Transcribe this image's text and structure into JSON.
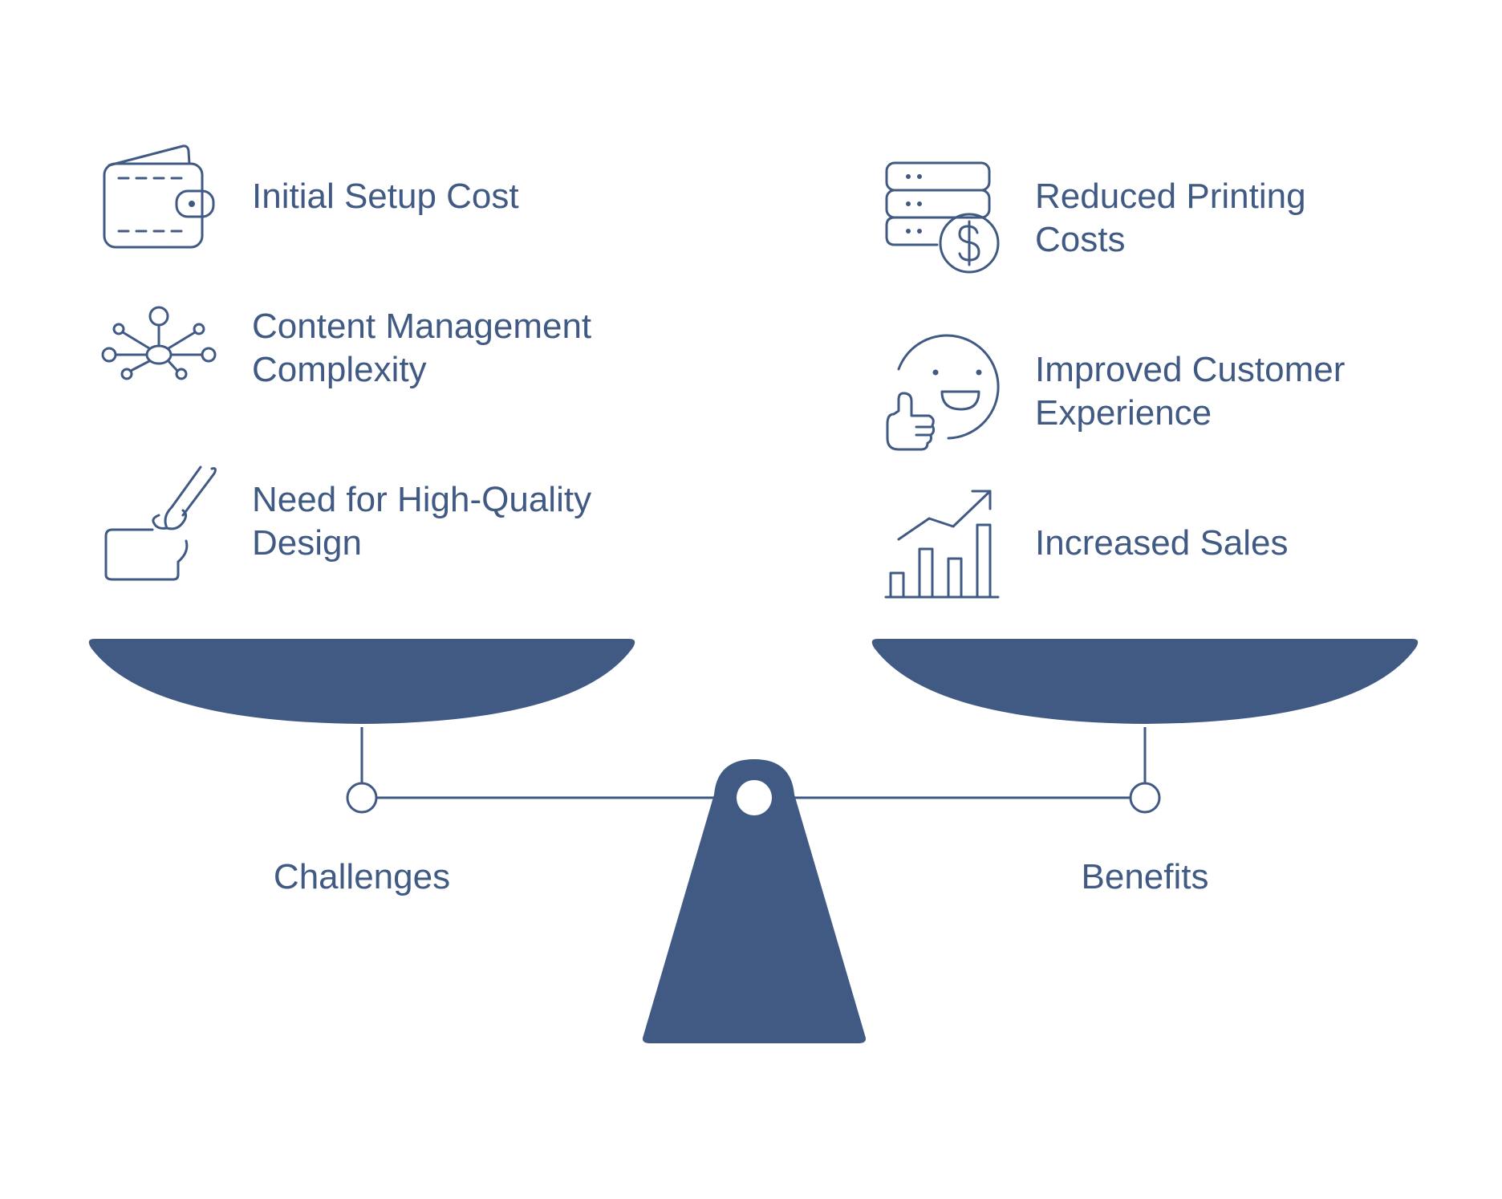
{
  "challenges": {
    "label": "Challenges",
    "items": [
      {
        "lines": [
          "Initial Setup Cost"
        ],
        "icon": "wallet-icon"
      },
      {
        "lines": [
          "Content Management",
          "Complexity"
        ],
        "icon": "network-nodes-icon"
      },
      {
        "lines": [
          "Need for High-Quality",
          "Design"
        ],
        "icon": "paintbrush-hand-icon"
      }
    ]
  },
  "benefits": {
    "label": "Benefits",
    "items": [
      {
        "lines": [
          "Reduced Printing",
          "Costs"
        ],
        "icon": "server-dollar-icon"
      },
      {
        "lines": [
          "Improved Customer",
          "Experience"
        ],
        "icon": "smiley-thumbs-up-icon"
      },
      {
        "lines": [
          "Increased Sales"
        ],
        "icon": "growth-chart-icon"
      }
    ]
  },
  "colors": {
    "primary": "#415a84",
    "background": "#ffffff"
  }
}
